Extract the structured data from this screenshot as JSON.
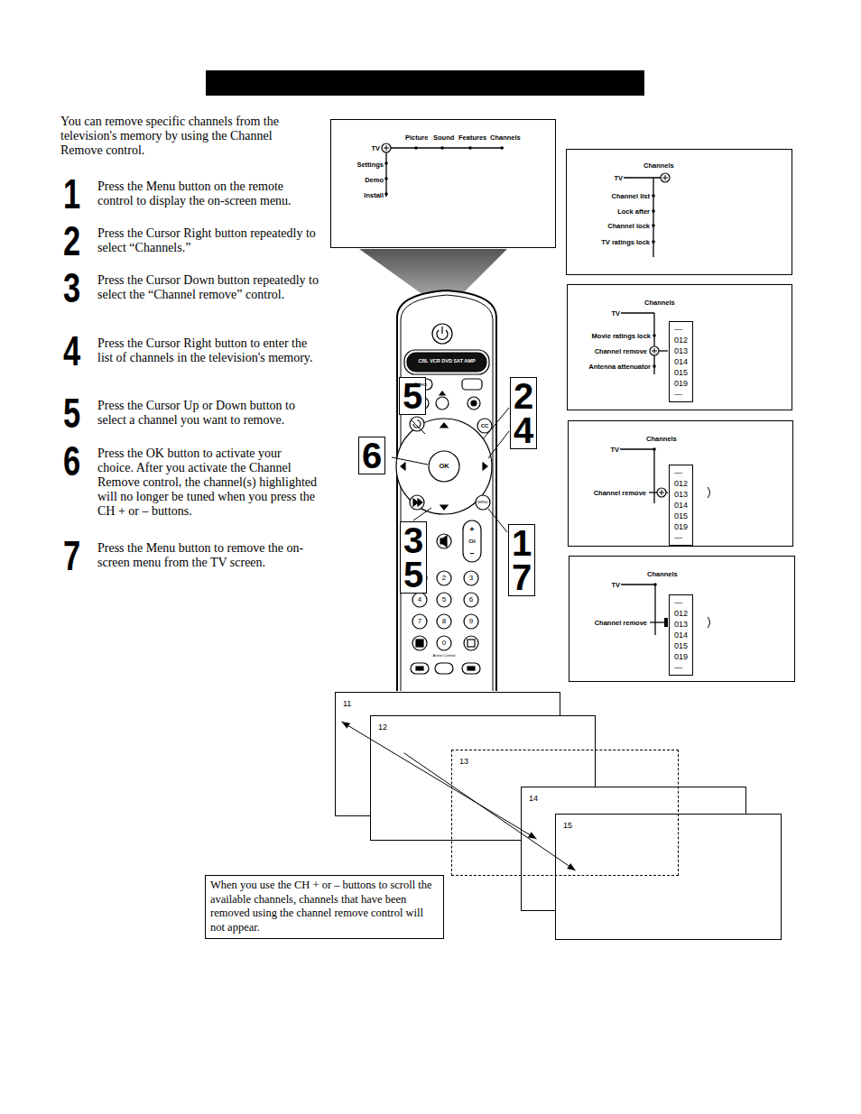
{
  "diagram": {
    "nodes": [
      {
        "text": [
          "Picture",
          "Sound",
          "Features",
          "Channels",
          "TV",
          "Settings",
          "Demo",
          "Install"
        ]
      },
      {
        "text": [
          "Channels",
          "TV",
          "Channel list",
          "Lock after",
          "Channel lock",
          "TV ratings lock"
        ]
      },
      {
        "text": [
          "5"
        ]
      },
      {
        "text": [
          "2",
          "4"
        ]
      },
      {
        "text": [
          "Channels",
          "TV",
          "Movie ratings lock",
          "Channel remove",
          "Antenna attenuator"
        ]
      },
      {
        "text": [
          "—",
          "012",
          "013",
          "014",
          "015",
          "019",
          "—"
        ],
        "in": 4
      },
      {
        "text": [
          "6"
        ]
      },
      {
        "text": [
          "Channels",
          "TV",
          "Channel remove"
        ]
      },
      {
        "text": [
          "—",
          "012",
          "013",
          "014",
          "015",
          "019",
          "—"
        ],
        "in": 7
      },
      {
        "text": [
          "3",
          "5"
        ]
      },
      {
        "text": [
          "1",
          "7"
        ]
      },
      {
        "text": [
          "Channels",
          "TV",
          "Channel remove"
        ]
      },
      {
        "text": [
          "—",
          "012",
          "013",
          "014",
          "015",
          "019",
          "—"
        ],
        "in": 11
      },
      {
        "text": [
          "11"
        ]
      },
      {
        "text": [
          "12"
        ]
      },
      {
        "text": [
          "13"
        ]
      },
      {
        "text": [
          "14"
        ]
      },
      {
        "text": [
          "15"
        ]
      },
      {
        "text": [
          "When you use the CH + or – buttons to scroll the available channels, channels that have been removed using the channel remove control will not appear."
        ]
      }
    ],
    "edges": [
      {
        "from": 13,
        "to": 16,
        "arrow": "both"
      },
      {
        "from": 14,
        "to": 17,
        "arrow": "to"
      }
    ],
    "labels": [
      "You can remove specific channels from the television's memory by using the Channel Remove control.",
      "1",
      "Press the Menu button on the remote control to display the on-screen menu.",
      "2",
      "Press the Cursor Right button repeatedly to select “Channels.”",
      "3",
      "Press the Cursor Down button repeatedly to select the “Channel remove” control.",
      "4",
      "Press the Cursor Right button to enter the list of channels in the television's memory.",
      "5",
      "Press the Cursor Up or Down button to select a channel you want to remove.",
      "6",
      "Press the OK button to activate your choice. After you activate the Channel Remove control, the channel(s) highlighted will no longer be tuned when you press the CH + or – buttons.",
      "7",
      "Press the Menu button to remove the on-screen menu from the TV screen.",
      "CBL VCR DVD SAT AMP",
      "Select",
      "CC",
      "OK",
      "MENU",
      "+",
      "CH",
      "–",
      "2",
      "3",
      "4",
      "5",
      "6",
      "7",
      "8",
      "9",
      "0",
      "Active Control"
    ]
  }
}
